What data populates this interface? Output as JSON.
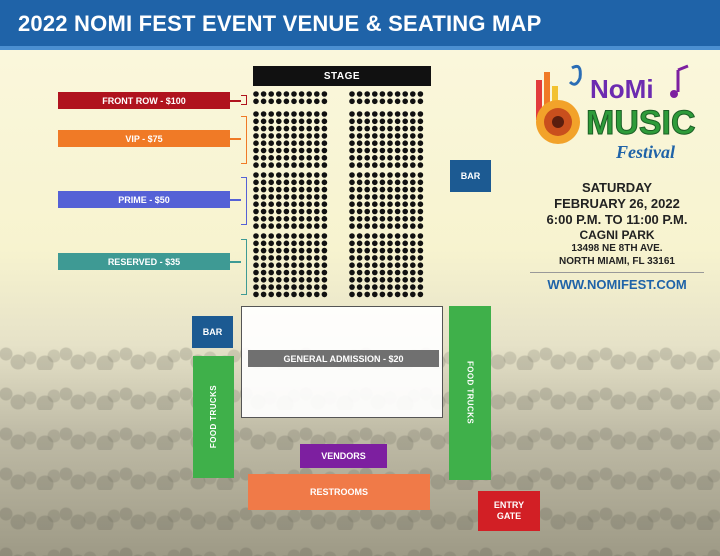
{
  "header": {
    "title": "2022 NOMI FEST EVENT VENUE & SEATING MAP"
  },
  "stage": {
    "label": "STAGE"
  },
  "sections": {
    "front_row": {
      "label": "FRONT ROW - $100",
      "color": "#b0131e"
    },
    "vip": {
      "label": "VIP - $75",
      "color": "#f07a26"
    },
    "prime": {
      "label": "PRIME - $50",
      "color": "#5561d6"
    },
    "reserved": {
      "label": "RESERVED - $35",
      "color": "#3e9a94"
    },
    "general_admission": {
      "label": "GENERAL ADMISSION - $20",
      "color": "#707070"
    }
  },
  "amenities": {
    "bar_right": "BAR",
    "bar_left": "BAR",
    "food_trucks_left": "FOOD TRUCKS",
    "food_trucks_right": "FOOD TRUCKS",
    "vendors": "VENDORS",
    "restrooms": "RESTROOMS",
    "entry_gate_line1": "ENTRY",
    "entry_gate_line2": "GATE"
  },
  "logo": {
    "line1": "NoMi",
    "line2": "MUSIC",
    "line3": "Festival"
  },
  "event_info": {
    "day": "SATURDAY",
    "date": "FEBRUARY 26, 2022",
    "time": "6:00 P.M. TO 11:00 P.M.",
    "venue": "CAGNI PARK",
    "address": "13498 NE 8TH AVE.",
    "city": "NORTH MIAMI, FL 33161",
    "website": "WWW.NOMIFEST.COM"
  },
  "colors": {
    "header": "#1f63a8",
    "bar": "#1c5a92",
    "food_trucks": "#3fb04a",
    "vendors": "#7d1fa0",
    "restrooms": "#f07a48",
    "entry_gate": "#d21f25"
  }
}
